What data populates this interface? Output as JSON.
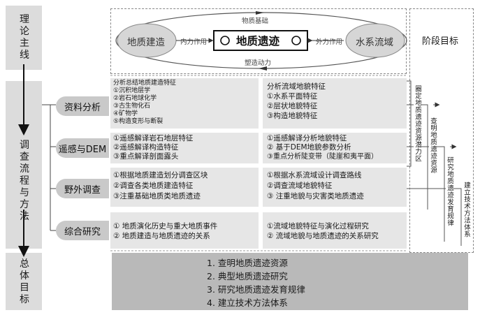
{
  "left": {
    "theory_main_line": "理论主线",
    "investigation_flow": "调查流程与方法",
    "overall_goal": "总体目标"
  },
  "theory": {
    "top_label": "物质基础",
    "bottom_label": "塑造动力",
    "left_node": "地质建造",
    "center_node": "地质遗迹",
    "right_node": "水系流域",
    "left_arrow_label": "内力作用",
    "right_arrow_label": "外力作用"
  },
  "stage_goal_title": "阶段目标",
  "methods": [
    {
      "label": "资料分析"
    },
    {
      "label": "遥感与DEM"
    },
    {
      "label": "野外调查"
    },
    {
      "label": "综合研究"
    }
  ],
  "panels": {
    "r1_left": [
      "分析总结地质建造特征",
      "①沉积地层学",
      "②岩石地球化学",
      "③古生物化石",
      "④矿物学",
      "⑤构造变形与断裂"
    ],
    "r1_right": [
      "分析流域地貌特征",
      "①水系平面特征",
      "②层状地貌特征",
      "③构造地貌特征"
    ],
    "r2_left": [
      "①遥感解译岩石地层特征",
      "②遥感解译构造特征",
      "③重点解译剖面露头"
    ],
    "r2_right": [
      "①遥感解译分析地貌特征",
      "② 基于DEM地貌参数分析",
      "③重点分析陡变带（陡崖和夷平面）"
    ],
    "r3_left": [
      "①根据地质建造划分调查区块",
      "②调查各类地质建造特征",
      "③注重基础地质类地质遗迹"
    ],
    "r3_right": [
      "①根据水系流域设计调查路线",
      "②调查流域地貌特征",
      "③ 注重地貌与灾害类地质遗迹"
    ],
    "r4_left": [
      "① 地质演化历史与重大地质事件",
      "② 地质建造与地质遗迹的关系"
    ],
    "r4_right": [
      "①流域地貌特征与演化过程研究",
      "② 流域地貌与地质遗迹的关系研究"
    ]
  },
  "stage_goals": [
    "圈定地质遗迹资源潜力区",
    "查明地质遗迹资源",
    "研究地质遗迹发育规律",
    "建立技术方法体系"
  ],
  "overall_goals": [
    "1. 查明地质遗迹资源",
    "2. 典型地质遗迹研究",
    "3. 研究地质遗迹发育规律",
    "4. 建立技术方法体系"
  ]
}
